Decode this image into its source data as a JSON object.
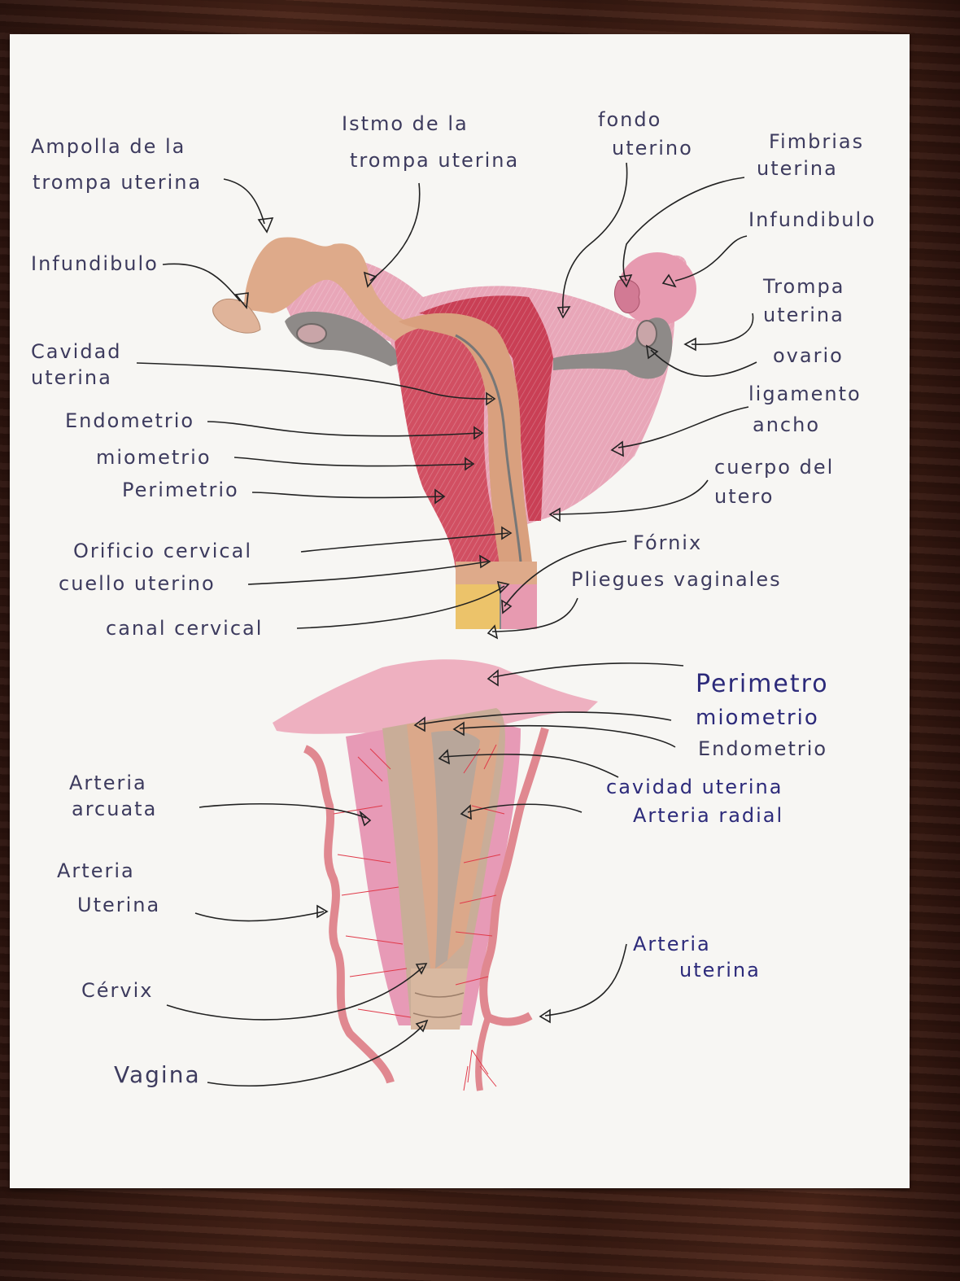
{
  "colors": {
    "wood": "#3a1c14",
    "paper": "#f7f6f3",
    "perimetrio": "#e8a0b4",
    "miometrio": "#c9485a",
    "endometrio": "#d9a07e",
    "ovary_gray": "#8e8a88",
    "ink": "#3d3b5e",
    "ink_blue": "#2c2a7a"
  },
  "top_diagram": {
    "labels": {
      "ampolla": [
        "Ampolla de la",
        "trompa uterina"
      ],
      "istmo": [
        "Istmo de la",
        "trompa uterina"
      ],
      "fondo": [
        "fondo",
        "uterino"
      ],
      "fimbrias": [
        "Fimbrias",
        "uterina"
      ],
      "infundibulo_left": "Infundibulo",
      "infundibulo_right": "Infundibulo",
      "trompa": [
        "Trompa",
        "uterina"
      ],
      "ovario": "ovario",
      "cavidad": [
        "Cavidad",
        "uterina"
      ],
      "endometrio": "Endometrio",
      "miometrio": "miometrio",
      "perimetrio": "Perimetrio",
      "ligamento": [
        "ligamento",
        "ancho"
      ],
      "cuerpo": [
        "cuerpo del",
        "utero"
      ],
      "orificio": "Orificio cervical",
      "fornix": "Fórnix",
      "cuello": "cuello uterino",
      "pliegues": "Pliegues vaginales",
      "canal": "canal cervical"
    }
  },
  "bottom_diagram": {
    "labels": {
      "perimetro": "Perimetro",
      "miometrio": "miometrio",
      "endometrio": "Endometrio",
      "cavidad": "cavidad uterina",
      "arteria_radial": "Arteria radial",
      "arteria_arcuata": [
        "Arteria",
        "arcuata"
      ],
      "arteria_uterina_left": [
        "Arteria",
        "Uterina"
      ],
      "arteria_uterina_right": [
        "Arteria",
        "uterina"
      ],
      "cervix": "Cérvix",
      "vagina": "Vagina"
    }
  }
}
